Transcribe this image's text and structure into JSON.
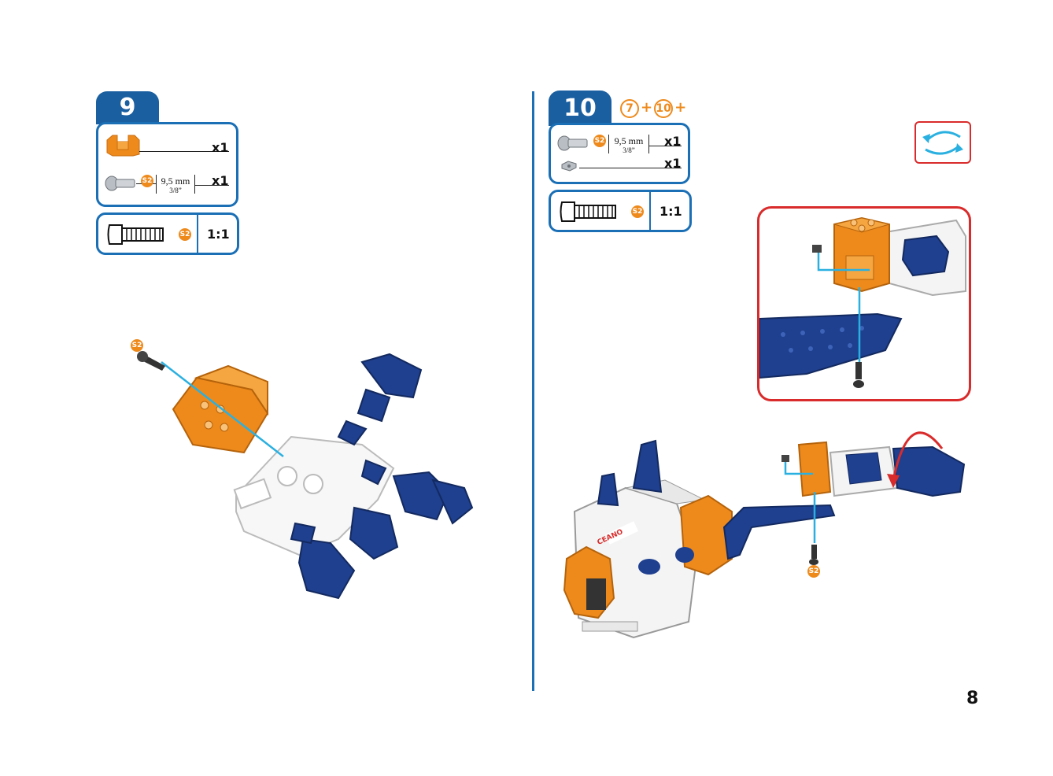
{
  "page_number": "8",
  "step9": {
    "number": "9",
    "parts": [
      {
        "name": "orange-bracket",
        "qty": "x1"
      },
      {
        "name": "screw",
        "badge": "S2",
        "length_mm": "9,5 mm",
        "length_in": "3/8”",
        "qty": "x1"
      }
    ],
    "scale": {
      "badge": "S2",
      "ratio": "1:1"
    },
    "diagram_badge": "S2"
  },
  "step10": {
    "number": "10",
    "refs": [
      "7",
      "10"
    ],
    "parts": [
      {
        "name": "screw",
        "badge": "S2",
        "length_mm": "9,5 mm",
        "length_in": "3/8”",
        "qty": "x1"
      },
      {
        "name": "nut",
        "qty": "x1"
      }
    ],
    "scale": {
      "badge": "S2",
      "ratio": "1:1"
    },
    "diagram_badge": "S2",
    "detail_logo": "CEANO"
  },
  "colors": {
    "blue": "#1a6fb5",
    "orange": "#ee8a1c",
    "red": "#d92b2b",
    "part_blue": "#1f3f8f",
    "cyan": "#2ab0e0"
  }
}
